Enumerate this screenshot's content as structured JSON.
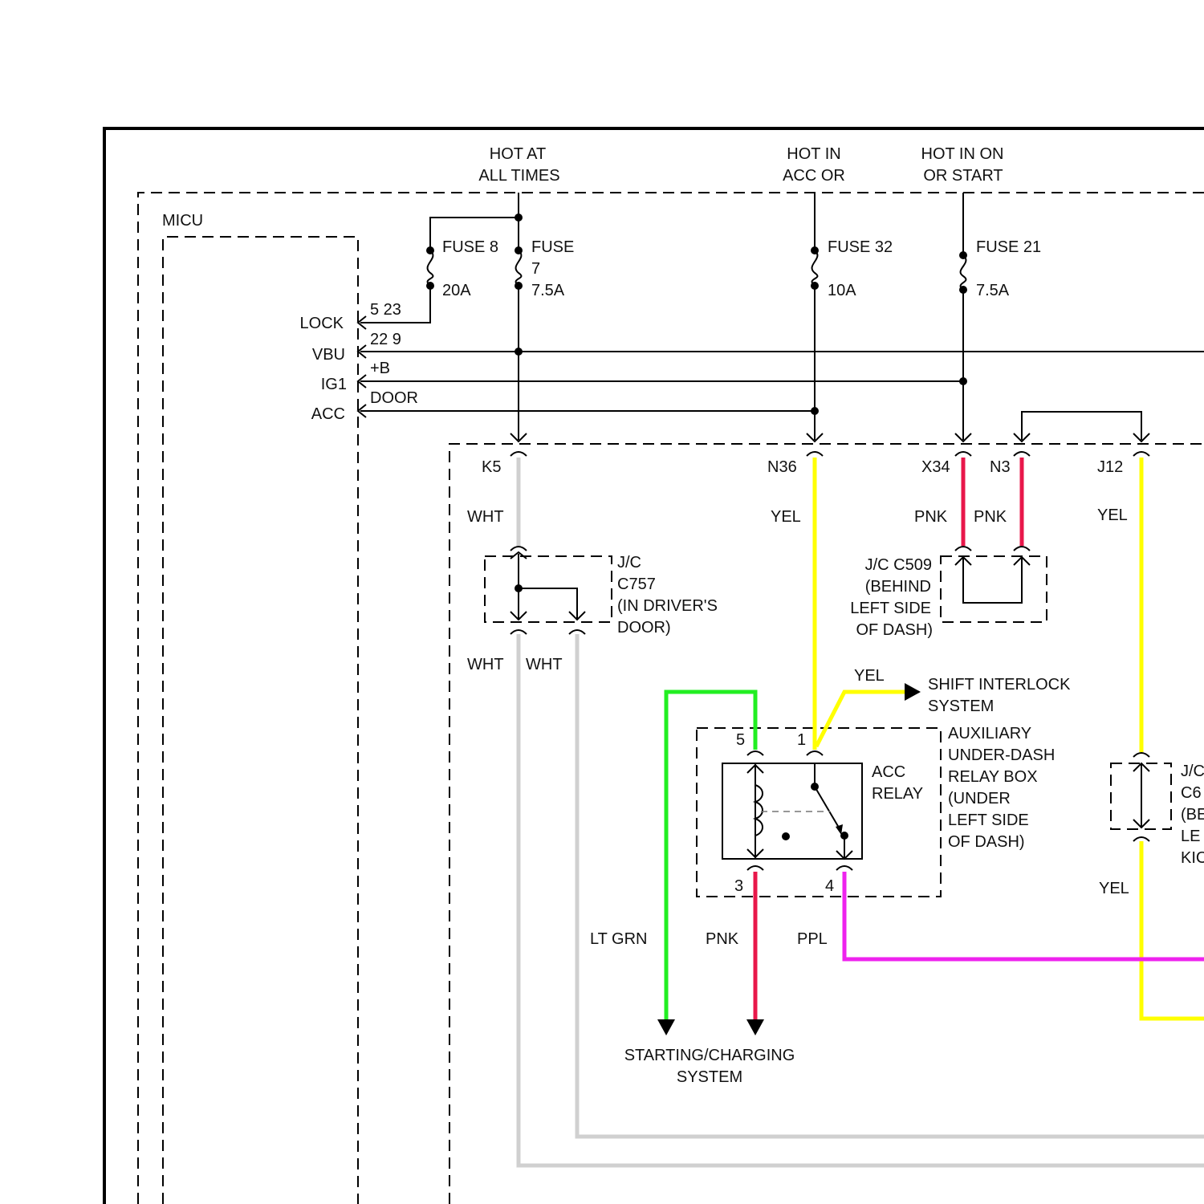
{
  "sources": {
    "hot_at_all_times_l1": "HOT AT",
    "hot_at_all_times_l2": "ALL TIMES",
    "hot_in_acc_l1": "HOT IN",
    "hot_in_acc_l2": "ACC OR",
    "hot_in_on_l1": "HOT IN ON",
    "hot_in_on_l2": "OR START"
  },
  "fuses": {
    "fuse8_name": "FUSE 8",
    "fuse8_rating": "20A",
    "fuse7_name_l1": "FUSE",
    "fuse7_name_l2": "7",
    "fuse7_rating": "7.5A",
    "fuse32_name": "FUSE 32",
    "fuse32_rating": "10A",
    "fuse21_name": "FUSE 21",
    "fuse21_rating": "7.5A"
  },
  "micu": {
    "label": "MICU",
    "pins": [
      "LOCK",
      "VBU",
      "IG1",
      "ACC"
    ],
    "pin_numbers": [
      "5 23",
      "22 9",
      "+B",
      "DOOR"
    ]
  },
  "connectors": {
    "k5": "K5",
    "n36": "N36",
    "x34": "X34",
    "n3": "N3",
    "j12": "J12"
  },
  "wire_colors": {
    "wht_k5": "WHT",
    "wht_left": "WHT",
    "wht_right": "WHT",
    "yel_n36": "YEL",
    "pnk_x34": "PNK",
    "pnk_n3": "PNK",
    "yel_j12": "YEL",
    "yel_shift": "YEL",
    "yel_lower": "YEL",
    "lt_grn": "LT GRN",
    "pnk_relay": "PNK",
    "ppl": "PPL"
  },
  "junctions": {
    "c757": [
      "J/C",
      "C757",
      "(IN DRIVER'S",
      "DOOR)"
    ],
    "c509": [
      "J/C C509",
      "(BEHIND",
      "LEFT SIDE",
      "OF DASH)"
    ],
    "c6": [
      "J/C",
      "C6",
      "(BE",
      "LE",
      "KIC"
    ]
  },
  "relay_box": {
    "label": [
      "AUXILIARY",
      "UNDER-DASH",
      "RELAY BOX",
      "(UNDER",
      "LEFT SIDE",
      "OF DASH)"
    ],
    "relay_l1": "ACC",
    "relay_l2": "RELAY",
    "pin5": "5",
    "pin1": "1",
    "pin3": "3",
    "pin4": "4"
  },
  "destinations": {
    "shift_l1": "SHIFT INTERLOCK",
    "shift_l2": "SYSTEM",
    "starting_l1": "STARTING/CHARGING",
    "starting_l2": "SYSTEM"
  },
  "colors": {
    "wht": "#d0d0d0",
    "yel": "#ffff00",
    "pnk": "#e8174a",
    "lt_grn": "#22ee22",
    "ppl": "#ee22ee"
  }
}
